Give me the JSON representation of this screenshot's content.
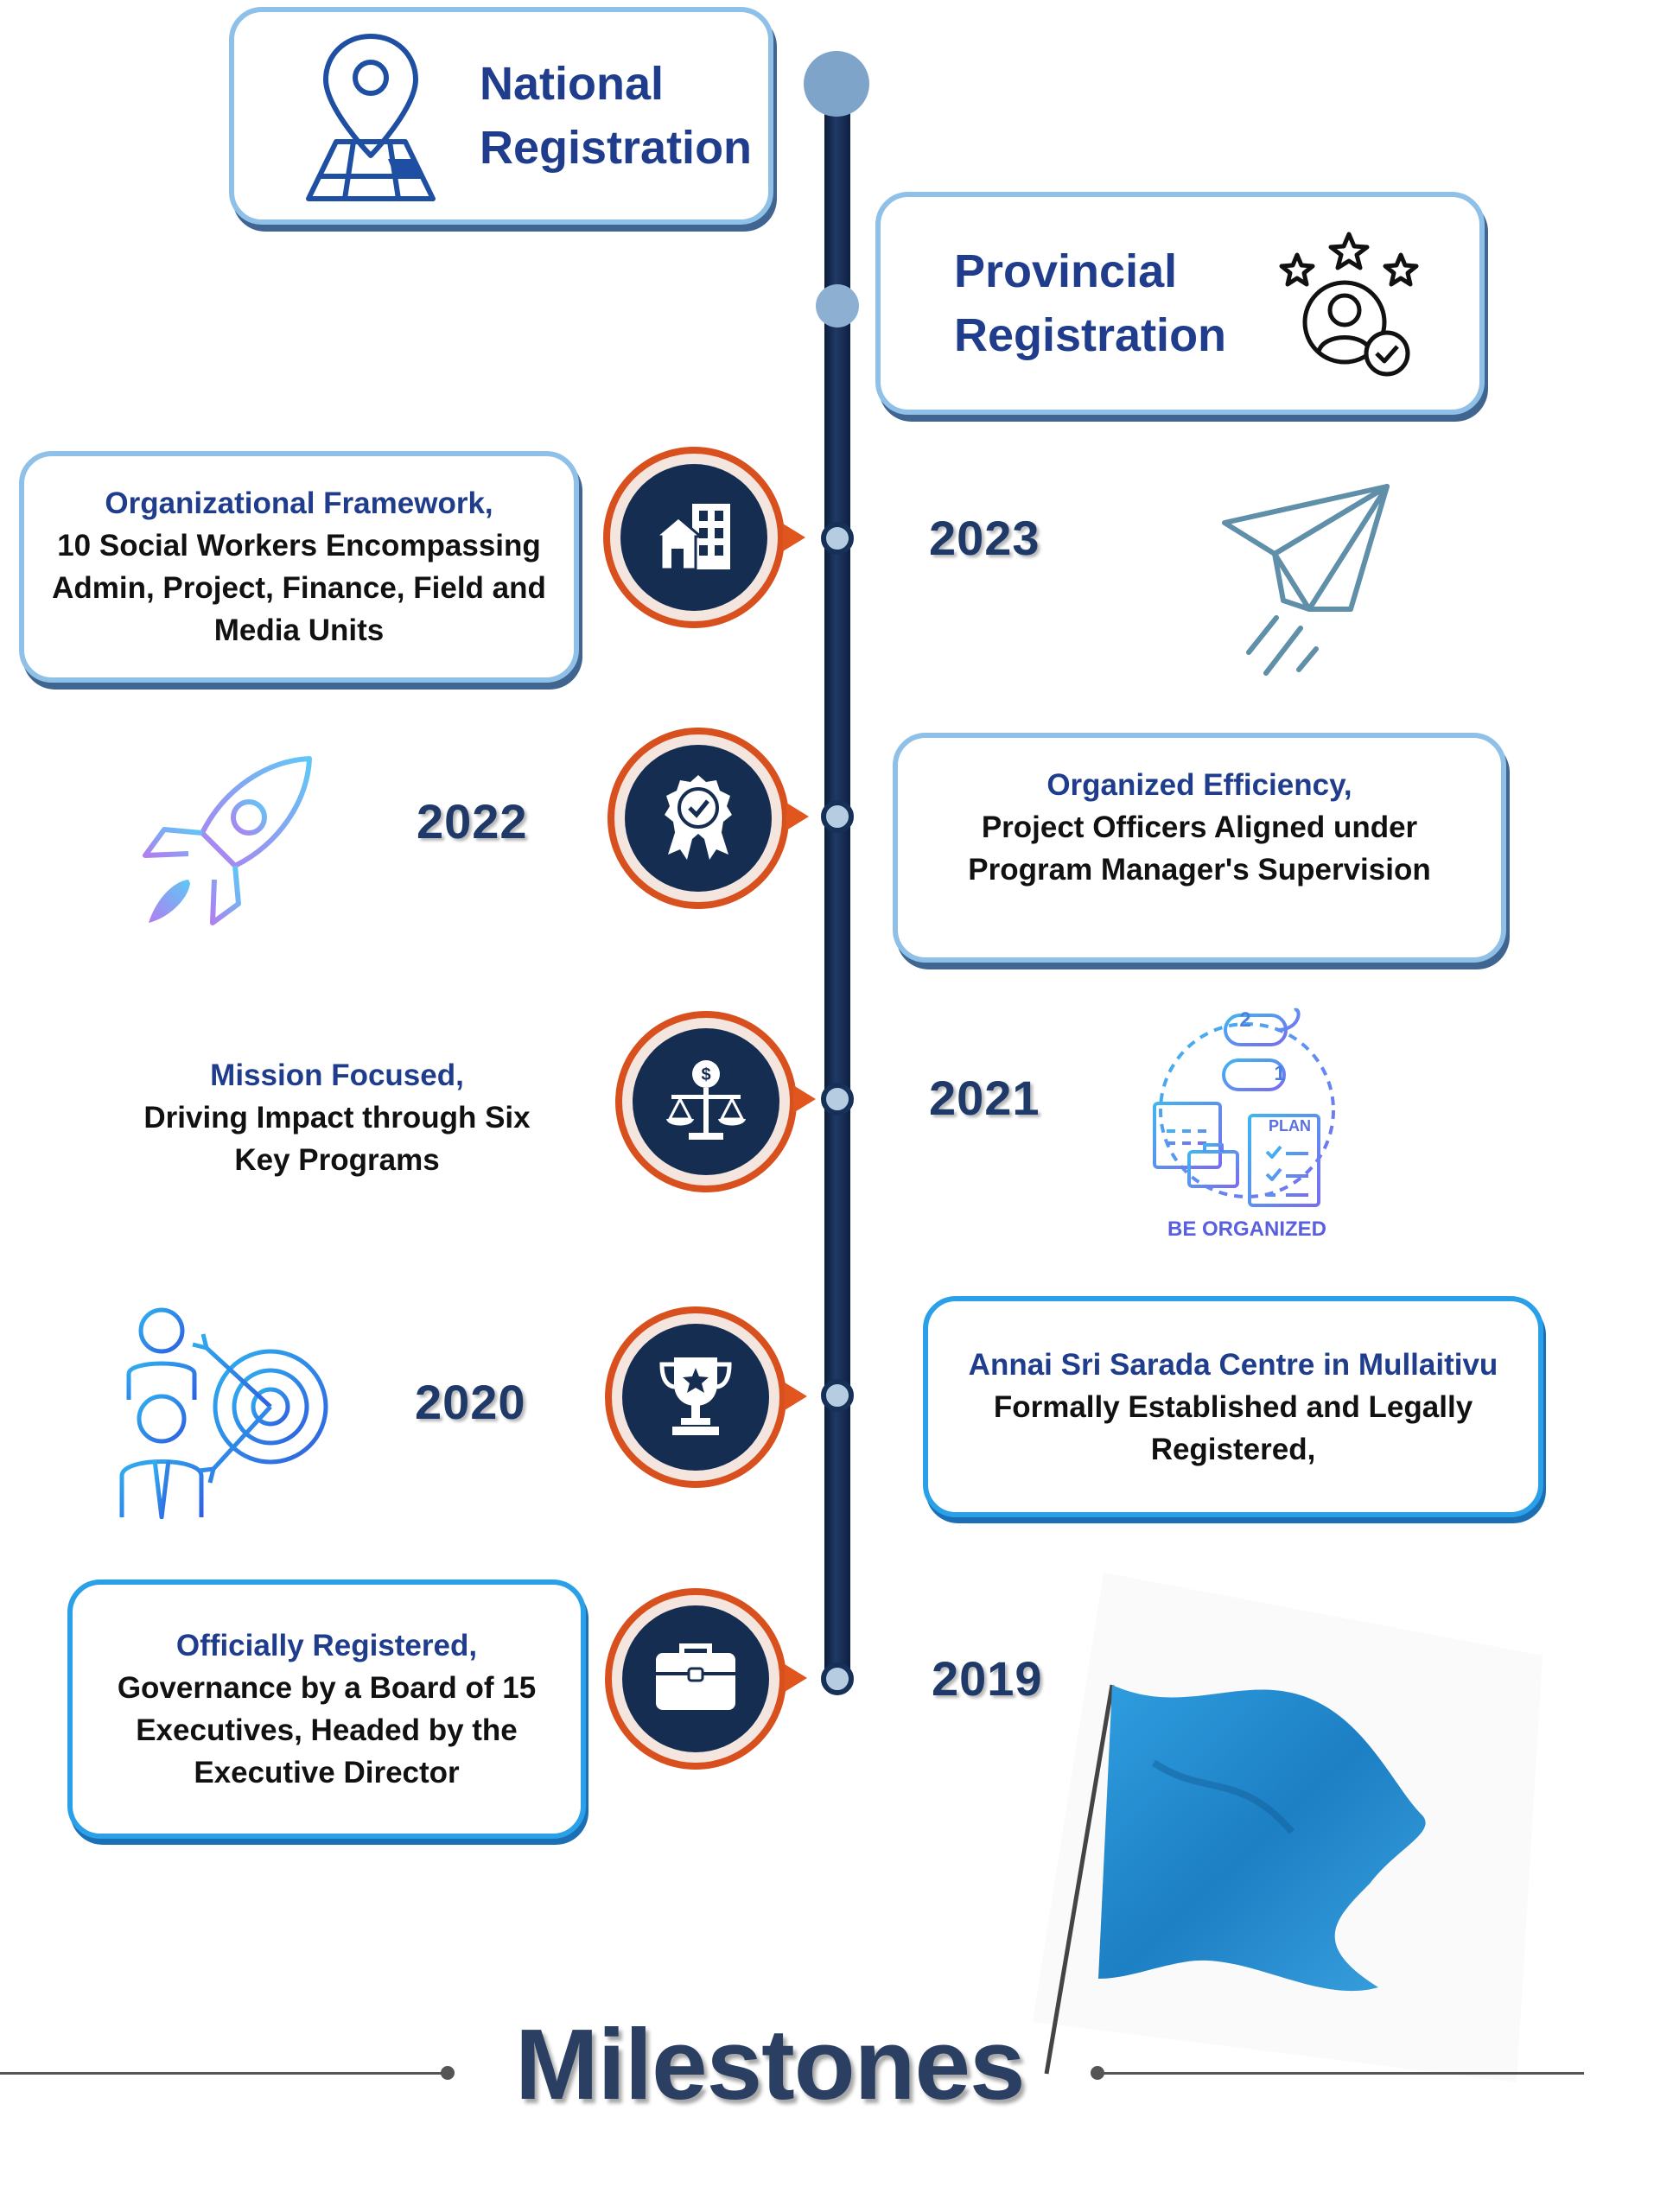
{
  "national": {
    "line1": "National",
    "line2": "Registration",
    "icon": "map-pin-icon"
  },
  "provincial": {
    "line1": "Provincial",
    "line2": "Registration",
    "icon": "rated-user-icon"
  },
  "milestones": [
    {
      "year": "2023",
      "head": "Organizational  Framework,",
      "body": [
        "10 Social Workers Encompassing",
        "Admin, Project, Finance, Field and",
        "Media Units"
      ],
      "icon": "buildings-icon",
      "illustration": "paper-plane-icon"
    },
    {
      "year": "2022",
      "head": "Organized Efficiency,",
      "body": [
        "Project Officers Aligned under",
        "Program Manager's Supervision"
      ],
      "icon": "award-badge-icon",
      "illustration": "rocket-icon"
    },
    {
      "year": "2021",
      "head": "Mission Focused,",
      "body": [
        "Driving Impact through Six",
        "Key Programs"
      ],
      "icon": "scale-dollar-icon",
      "illustration": "be-organized-icon",
      "illustration_text": "BE ORGANIZED",
      "plan_text": "PLAN",
      "step_1": "1",
      "step_2": "2"
    },
    {
      "year": "2020",
      "head": "Annai Sri Sarada Centre in Mullaitivu",
      "body": [
        "Formally Established and Legally",
        "Registered,"
      ],
      "icon": "trophy-icon",
      "illustration": "team-target-icon"
    },
    {
      "year": "2019",
      "head": "Officially Registered,",
      "body": [
        "Governance by a Board of 15",
        "Executives, Headed by the",
        "Executive Director"
      ],
      "icon": "briefcase-icon",
      "illustration": "blue-flag-icon"
    }
  ],
  "footer": {
    "title": "Milestones"
  },
  "colors": {
    "navy": "#162d52",
    "accent_orange": "#d9501f",
    "heading_blue": "#1f3d8c",
    "card_border": "#8fc0e8",
    "flag_blue": "#2a8fd0"
  }
}
